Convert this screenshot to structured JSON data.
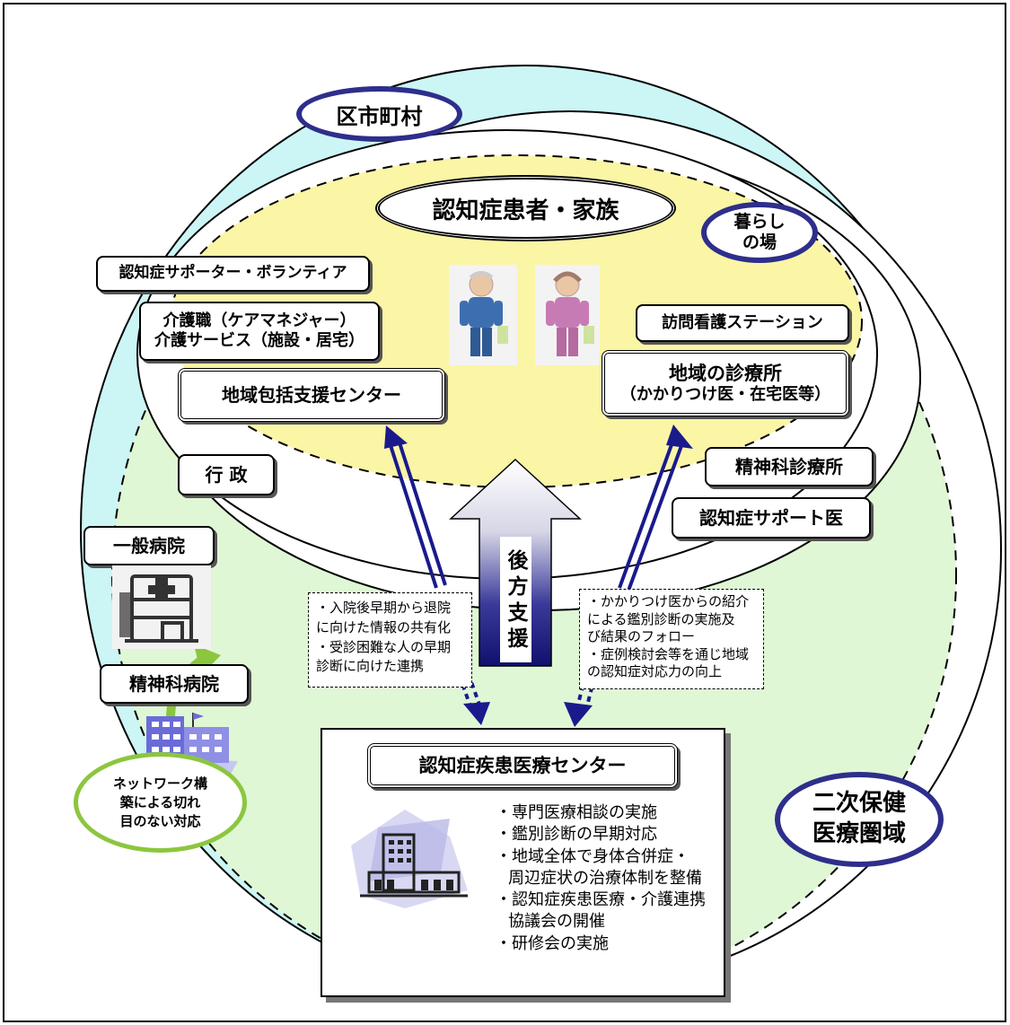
{
  "regions": {
    "municipality": "区市町村",
    "living_place": "暮らし\nの場",
    "secondary_area": "二次保健\n医療圏域"
  },
  "patient": {
    "title": "認知症患者・家族"
  },
  "left_items": {
    "supporter": "認知症サポーター・ボランティア",
    "care_line1": "介護職（ケアマネジャー）",
    "care_line2": "介護サービス（施設・居宅）",
    "support_center": "地域包括支援センター",
    "gyosei": "行 政",
    "general_hospital": "一般病院",
    "psych_hospital": "精神科病院"
  },
  "right_items": {
    "visiting_nurse": "訪問看護ステーション",
    "clinic_line1": "地域の診療所",
    "clinic_line2": "（かかりつけ医・在宅医等）",
    "psych_clinic": "精神科診療所",
    "support_doctor": "認知症サポート医"
  },
  "backing": {
    "label": "後方支援"
  },
  "notes": {
    "left": [
      "・入院後早期から退院",
      "に向けた情報の共有化",
      "・受診困難な人の早期",
      "診断に向けた連携"
    ],
    "right": [
      "・かかりつけ医からの紹介",
      "による鑑別診断の実施及",
      "び結果のフォロー",
      "・症例検討会等を通じ地域",
      "の認知症対応力の向上"
    ]
  },
  "center": {
    "title": "認知症疾患医療センター",
    "bullets": [
      "・専門医療相談の実施",
      "・鑑別診断の早期対応",
      "・地域全体で身体合併症・",
      "周辺症状の治療体制を整備",
      "・認知症疾患医療・介護連携",
      "協議会の開催",
      "・研修会の実施"
    ]
  },
  "network": {
    "label_lines": [
      "ネットワーク構",
      "築による切れ",
      "目のない対応"
    ]
  },
  "colors": {
    "outer_fill": "#ccf5f5",
    "green_fill": "#dff7d5",
    "yellow_fill": "#fbf5a6",
    "navy": "#1a1a8c",
    "oval_border": "#2e2e8c",
    "network_green": "#8cc63f"
  }
}
